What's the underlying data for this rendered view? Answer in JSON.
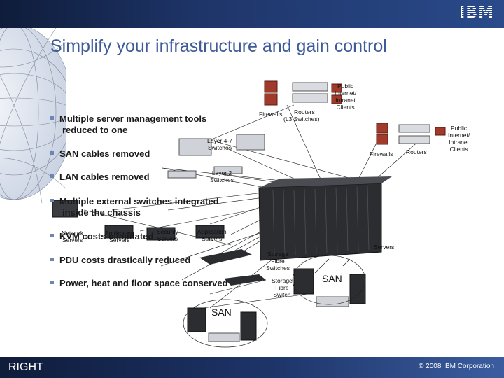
{
  "header": {
    "logo_text": "IBM"
  },
  "title": "Simplify your infrastructure and gain control",
  "bullets": [
    "Multiple server management tools",
    "reduced to one",
    "SAN cables removed",
    "LAN cables removed",
    "Multiple external switches integrated",
    "inside the chassis",
    "KVM costs eliminated",
    "PDU costs drastically reduced",
    "Power, heat and floor space conserved"
  ],
  "diagram": {
    "public_top": "Public\nInternet/\nIntranet\nClients",
    "public_right": "Public\nInternet/\nIntranet\nClients",
    "firewalls_top": "Firewalls",
    "routers_top": "Routers",
    "l3_switches": "(L3 Switches)",
    "firewalls_right": "Firewalls",
    "routers_right": "Routers",
    "layer47": "Layer 4-7\nSwitches",
    "layer2": "Layer 2\nSwitches",
    "network_servers": "Network\nServers",
    "application_servers_1": "Application\nServers",
    "security_servers": "Security\nServers",
    "application_servers_2": "Application\nServers",
    "servers_right": "Servers",
    "storage_fibre_1": "Storage\nFibre\nSwitches",
    "storage_fibre_2": "Storage\nFibre\nSwitch",
    "san_right": "SAN",
    "san_bottom": "SAN"
  },
  "footer": {
    "left_text": "RIGHT",
    "copyright": "© 2008 IBM Corporation"
  },
  "colors": {
    "title": "#3d5a99",
    "bar": "#1e3569",
    "bullet_square": "#6e86b6"
  }
}
